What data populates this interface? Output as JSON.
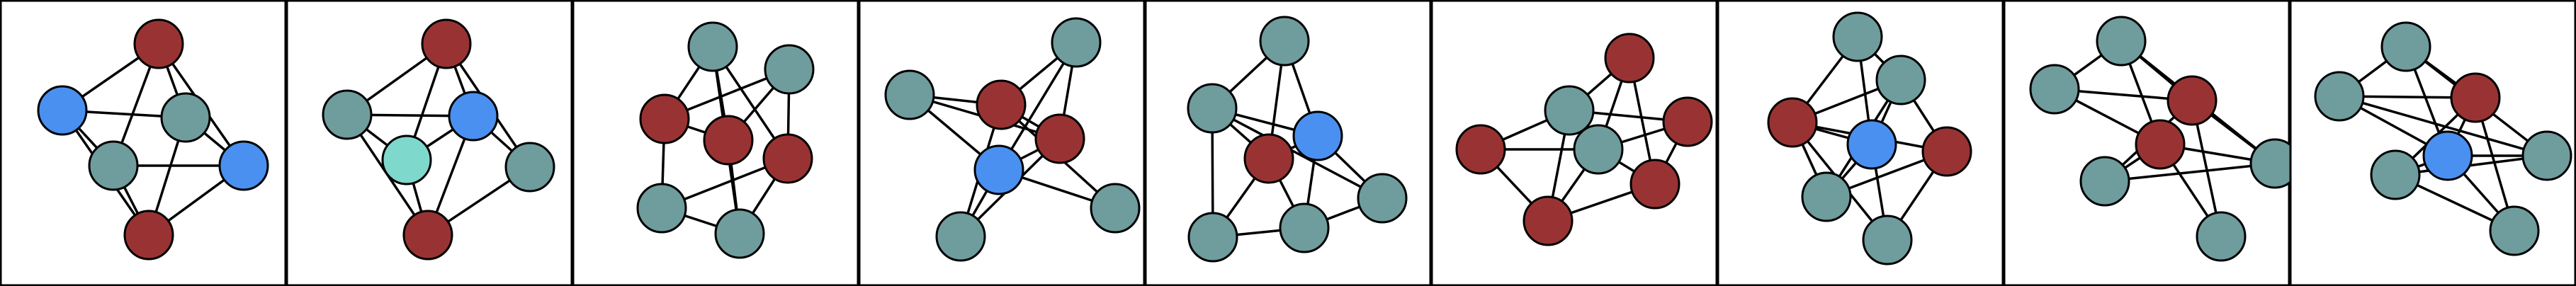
{
  "colors": {
    "red": "#993333",
    "gray": "#6f9c9c",
    "blue": "#4a90f0",
    "teal": "#7fd8cc",
    "edge": "#000000",
    "panel_border": "#000000",
    "background": "#ffffff"
  },
  "panels": [
    {
      "nodes": [
        {
          "c": "red"
        },
        {
          "c": "blue"
        },
        {
          "c": "gray"
        },
        {
          "c": "gray"
        },
        {
          "c": "blue"
        },
        {
          "c": "red"
        }
      ],
      "edges": [
        [
          0,
          1
        ],
        [
          0,
          2
        ],
        [
          0,
          3
        ],
        [
          0,
          4
        ],
        [
          1,
          2
        ],
        [
          1,
          3
        ],
        [
          1,
          5
        ],
        [
          2,
          4
        ],
        [
          2,
          5
        ],
        [
          3,
          4
        ],
        [
          3,
          5
        ],
        [
          4,
          5
        ]
      ]
    },
    {
      "nodes": [
        {
          "c": "red"
        },
        {
          "c": "gray"
        },
        {
          "c": "blue"
        },
        {
          "c": "teal"
        },
        {
          "c": "gray"
        },
        {
          "c": "red"
        }
      ],
      "edges": [
        [
          0,
          1
        ],
        [
          0,
          2
        ],
        [
          0,
          3
        ],
        [
          0,
          4
        ],
        [
          1,
          2
        ],
        [
          1,
          3
        ],
        [
          1,
          5
        ],
        [
          2,
          3
        ],
        [
          2,
          4
        ],
        [
          2,
          5
        ],
        [
          3,
          5
        ],
        [
          4,
          5
        ]
      ]
    },
    {
      "nodes": [
        {
          "c": "gray"
        },
        {
          "c": "gray"
        },
        {
          "c": "red"
        },
        {
          "c": "red"
        },
        {
          "c": "red"
        },
        {
          "c": "gray"
        },
        {
          "c": "gray"
        }
      ],
      "edges": [
        [
          0,
          2
        ],
        [
          0,
          3
        ],
        [
          0,
          4
        ],
        [
          0,
          6
        ],
        [
          1,
          2
        ],
        [
          1,
          3
        ],
        [
          1,
          4
        ],
        [
          2,
          5
        ],
        [
          2,
          3
        ],
        [
          3,
          6
        ],
        [
          4,
          5
        ],
        [
          4,
          6
        ],
        [
          5,
          6
        ]
      ]
    },
    {
      "nodes": [
        {
          "c": "gray"
        },
        {
          "c": "gray"
        },
        {
          "c": "red"
        },
        {
          "c": "red"
        },
        {
          "c": "blue"
        },
        {
          "c": "gray"
        },
        {
          "c": "gray"
        }
      ],
      "edges": [
        [
          0,
          2
        ],
        [
          0,
          3
        ],
        [
          0,
          4
        ],
        [
          1,
          2
        ],
        [
          1,
          4
        ],
        [
          1,
          3
        ],
        [
          2,
          3
        ],
        [
          2,
          5
        ],
        [
          2,
          6
        ],
        [
          3,
          4
        ],
        [
          3,
          6
        ],
        [
          4,
          5
        ],
        [
          4,
          6
        ]
      ]
    },
    {
      "nodes": [
        {
          "c": "gray"
        },
        {
          "c": "gray"
        },
        {
          "c": "blue"
        },
        {
          "c": "red"
        },
        {
          "c": "gray"
        },
        {
          "c": "gray"
        },
        {
          "c": "gray"
        }
      ],
      "edges": [
        [
          0,
          1
        ],
        [
          0,
          2
        ],
        [
          0,
          3
        ],
        [
          1,
          2
        ],
        [
          1,
          3
        ],
        [
          1,
          6
        ],
        [
          1,
          4
        ],
        [
          2,
          3
        ],
        [
          2,
          4
        ],
        [
          2,
          5
        ],
        [
          3,
          5
        ],
        [
          3,
          6
        ],
        [
          4,
          5
        ],
        [
          5,
          6
        ]
      ]
    },
    {
      "nodes": [
        {
          "c": "red"
        },
        {
          "c": "gray"
        },
        {
          "c": "red"
        },
        {
          "c": "red"
        },
        {
          "c": "gray"
        },
        {
          "c": "red"
        },
        {
          "c": "red"
        }
      ],
      "edges": [
        [
          0,
          1
        ],
        [
          0,
          4
        ],
        [
          0,
          5
        ],
        [
          1,
          2
        ],
        [
          1,
          3
        ],
        [
          1,
          4
        ],
        [
          1,
          6
        ],
        [
          2,
          4
        ],
        [
          2,
          5
        ],
        [
          3,
          4
        ],
        [
          3,
          6
        ],
        [
          4,
          6
        ],
        [
          5,
          6
        ],
        [
          4,
          5
        ]
      ]
    },
    {
      "nodes": [
        {
          "c": "gray"
        },
        {
          "c": "gray"
        },
        {
          "c": "red"
        },
        {
          "c": "blue"
        },
        {
          "c": "red"
        },
        {
          "c": "gray"
        },
        {
          "c": "gray"
        }
      ],
      "edges": [
        [
          0,
          2
        ],
        [
          0,
          3
        ],
        [
          0,
          1
        ],
        [
          1,
          2
        ],
        [
          1,
          3
        ],
        [
          1,
          4
        ],
        [
          1,
          5
        ],
        [
          2,
          3
        ],
        [
          2,
          4
        ],
        [
          2,
          5
        ],
        [
          2,
          6
        ],
        [
          3,
          5
        ],
        [
          3,
          6
        ],
        [
          4,
          6
        ],
        [
          4,
          5
        ]
      ]
    },
    {
      "nodes": [
        {
          "c": "gray"
        },
        {
          "c": "gray"
        },
        {
          "c": "red"
        },
        {
          "c": "red"
        },
        {
          "c": "gray"
        },
        {
          "c": "gray"
        },
        {
          "c": "gray"
        }
      ],
      "edges": [
        [
          0,
          1
        ],
        [
          0,
          2
        ],
        [
          0,
          3
        ],
        [
          0,
          4
        ],
        [
          1,
          2
        ],
        [
          1,
          3
        ],
        [
          2,
          4
        ],
        [
          2,
          5
        ],
        [
          2,
          6
        ],
        [
          3,
          4
        ],
        [
          3,
          5
        ],
        [
          4,
          5
        ],
        [
          3,
          6
        ]
      ]
    },
    {
      "nodes": [
        {
          "c": "gray"
        },
        {
          "c": "gray"
        },
        {
          "c": "red"
        },
        {
          "c": "blue"
        },
        {
          "c": "gray"
        },
        {
          "c": "gray"
        },
        {
          "c": "gray"
        }
      ],
      "edges": [
        [
          0,
          1
        ],
        [
          0,
          2
        ],
        [
          0,
          3
        ],
        [
          0,
          4
        ],
        [
          1,
          2
        ],
        [
          1,
          3
        ],
        [
          1,
          4
        ],
        [
          2,
          3
        ],
        [
          2,
          5
        ],
        [
          2,
          6
        ],
        [
          3,
          4
        ],
        [
          3,
          5
        ],
        [
          3,
          6
        ],
        [
          4,
          5
        ],
        [
          5,
          6
        ]
      ]
    }
  ]
}
